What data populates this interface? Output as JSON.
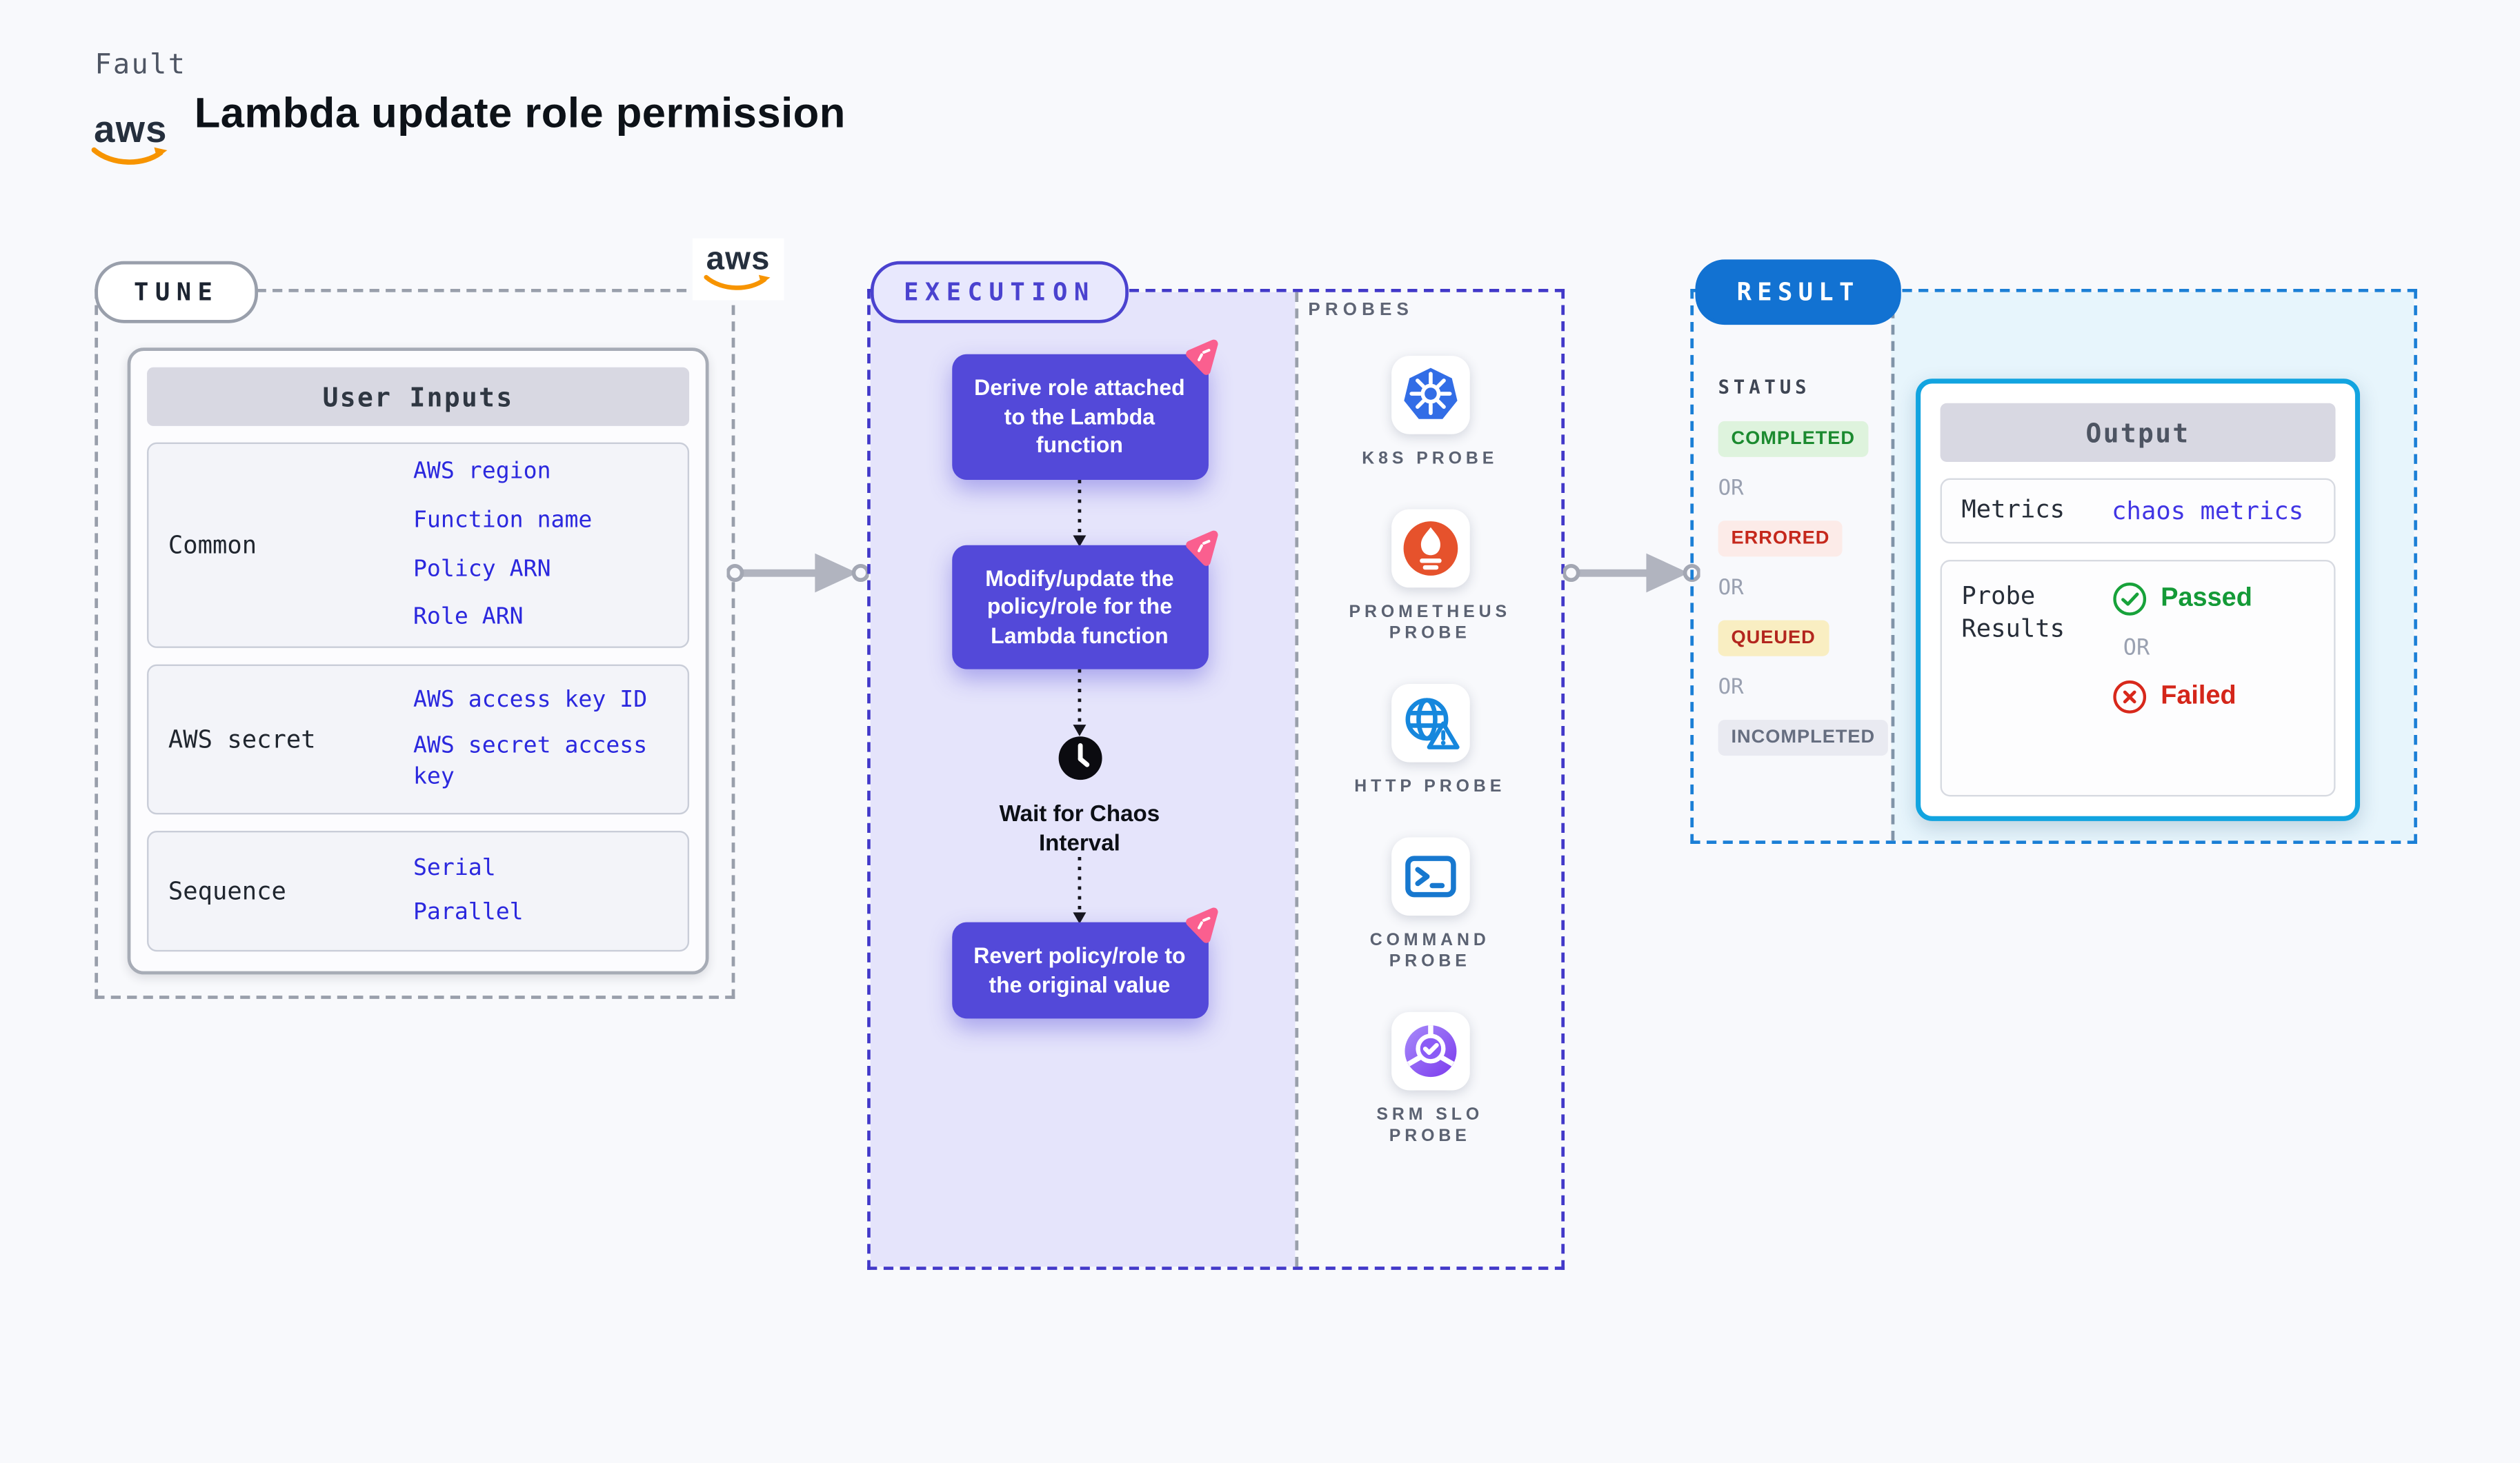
{
  "header": {
    "eyebrow": "Fault",
    "title": "Lambda update role permission",
    "aws_word": "aws"
  },
  "tune": {
    "badge": "TUNE",
    "card_title": "User Inputs",
    "groups": [
      {
        "label": "Common",
        "items": [
          "AWS region",
          "Function name",
          "Policy ARN",
          "Role ARN"
        ]
      },
      {
        "label": "AWS secret",
        "items": [
          "AWS access key ID",
          "AWS secret access key"
        ]
      },
      {
        "label": "Sequence",
        "items": [
          "Serial",
          "Parallel"
        ]
      }
    ]
  },
  "execution": {
    "badge": "EXECUTION",
    "steps": [
      {
        "type": "action",
        "text": "Derive role attached to the Lambda function"
      },
      {
        "type": "action",
        "text": "Modify/update the policy/role for the Lambda function"
      },
      {
        "type": "wait",
        "text": "Wait for Chaos Interval"
      },
      {
        "type": "action",
        "text": "Revert policy/role to the original value"
      }
    ]
  },
  "probes": {
    "title": "PROBES",
    "items": [
      {
        "label": "K8S PROBE",
        "icon": "kubernetes-icon"
      },
      {
        "label": "PROMETHEUS PROBE",
        "icon": "prometheus-icon"
      },
      {
        "label": "HTTP PROBE",
        "icon": "http-probe-icon"
      },
      {
        "label": "COMMAND PROBE",
        "icon": "command-probe-icon"
      },
      {
        "label": "SRM SLO PROBE",
        "icon": "srm-slo-probe-icon"
      }
    ]
  },
  "result": {
    "badge": "RESULT",
    "status_title": "STATUS",
    "separator": "OR",
    "states": [
      {
        "label": "COMPLETED",
        "fg": "#1b8a2f",
        "bg": "#def3dd"
      },
      {
        "label": "ERRORED",
        "fg": "#c5281c",
        "bg": "#fcebe8"
      },
      {
        "label": "QUEUED",
        "fg": "#b3261e",
        "bg": "#f9eec2"
      },
      {
        "label": "INCOMPLETED",
        "fg": "#666e80",
        "bg": "#e9eaf1"
      }
    ],
    "output": {
      "title": "Output",
      "metrics_label": "Metrics",
      "metrics_link": "chaos metrics",
      "probe_results_label": "Probe Results",
      "passed": "Passed",
      "or": "OR",
      "failed": "Failed"
    }
  },
  "colors": {
    "page_bg": "#f8f9fc",
    "node_purple": "#5349d9",
    "lavender": "#e5e4fb",
    "exec_border": "#4239c9",
    "result_blue": "#1272d2",
    "output_cyan_border": "#12a4e0",
    "cyan_bg": "#e7f5fc",
    "link_blue": "#2b28de",
    "pink_chaos": "#fa5f8f",
    "aws_orange": "#f79400",
    "passed_green": "#149a37",
    "failed_red": "#d4261a"
  }
}
